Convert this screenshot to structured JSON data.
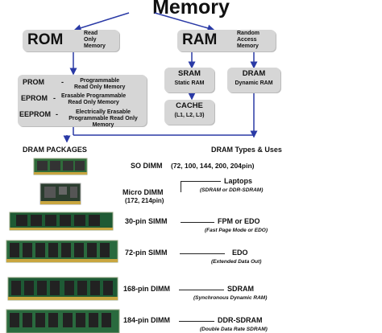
{
  "title": "Memory",
  "rom": {
    "label": "ROM",
    "desc": [
      "Read",
      "Only",
      "Memory"
    ]
  },
  "ram": {
    "label": "RAM",
    "desc": [
      "Random",
      "Access",
      "Memory"
    ]
  },
  "rom_types": [
    {
      "name": "PROM",
      "dash": "-",
      "desc1": "Programmable",
      "desc2": "Read Only Memory"
    },
    {
      "name": "EPROM",
      "dash": "-",
      "desc1": "Erasable Programmable",
      "desc2": "Read Only Memory"
    },
    {
      "name": "EEPROM",
      "dash": "-",
      "desc1": "Electrically Erasable",
      "desc2": "Programmable Read Only Memory"
    }
  ],
  "sram": {
    "label": "SRAM",
    "desc": "Static RAM"
  },
  "cache": {
    "label": "CACHE",
    "desc": "(L1, L2, L3)"
  },
  "dram": {
    "label": "DRAM",
    "desc": "Dynamic RAM"
  },
  "packages_heading": "DRAM PACKAGES",
  "types_heading": "DRAM Types & Uses",
  "packages": [
    {
      "name": "SO DIMM",
      "pins": "(72, 100, 144, 200, 204pin)"
    },
    {
      "name": "Micro DIMM",
      "pins": "(172, 214pin)",
      "use": "Laptops",
      "use_sub": "(SDRAM or DDR-SDRAM)"
    },
    {
      "name": "30-pin SIMM",
      "use": "FPM or EDO",
      "use_sub": "(Fast Page Mode or EDO)"
    },
    {
      "name": "72-pin SIMM",
      "use": "EDO",
      "use_sub": "(Extended Data Out)"
    },
    {
      "name": "168-pin DIMM",
      "use": "SDRAM",
      "use_sub": "(Synchronous Dynamic RAM)"
    },
    {
      "name": "184-pin DIMM",
      "use": "DDR-SDRAM",
      "use_sub": "(Double Data Rate SDRAM)"
    }
  ]
}
